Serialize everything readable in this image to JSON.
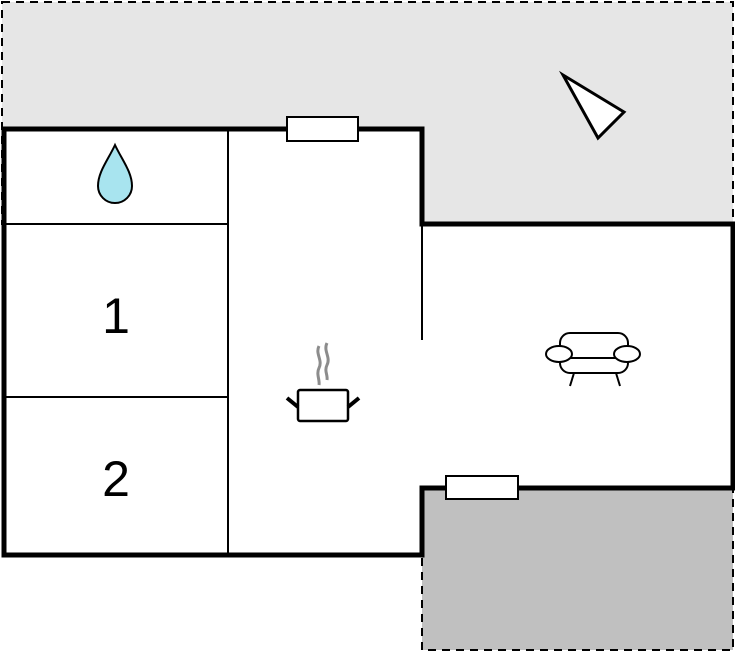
{
  "plan": {
    "rooms": [
      {
        "id": "bathroom",
        "label": "",
        "icon": "water-drop-icon"
      },
      {
        "id": "bedroom-1",
        "label": "1"
      },
      {
        "id": "bedroom-2",
        "label": "2"
      },
      {
        "id": "kitchen",
        "label": "",
        "icon": "cooking-pot-icon"
      },
      {
        "id": "living-room",
        "label": "",
        "icon": "sofa-icon"
      }
    ],
    "areas": [
      {
        "id": "terrace-top",
        "icon": "compass-north-icon"
      },
      {
        "id": "terrace-bottom"
      }
    ]
  },
  "colors": {
    "terrace_top": "#e6e6e6",
    "terrace_bottom": "#c0c0c0",
    "water": "#a8e4ef",
    "steam": "#8c8c8c"
  }
}
